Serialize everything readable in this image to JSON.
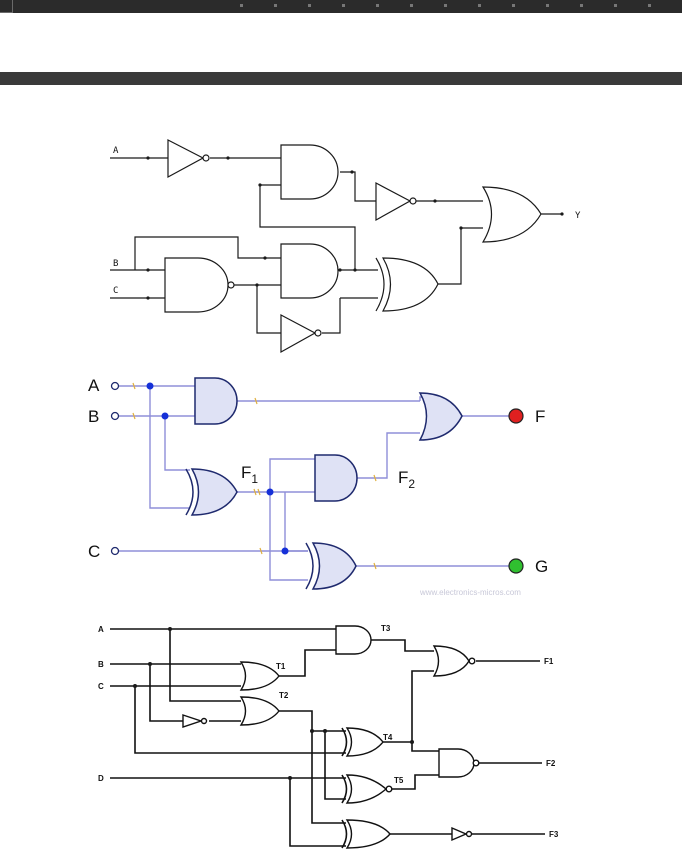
{
  "circuit1": {
    "inputs": [
      "A",
      "B",
      "C"
    ],
    "output": "Y"
  },
  "circuit2": {
    "inputs": [
      "A",
      "B",
      "C"
    ],
    "intermediate": [
      "F",
      "F"
    ],
    "intermediate_sub": [
      "1",
      "2"
    ],
    "outputs": [
      "F",
      "G"
    ],
    "output_colors": [
      "#e02020",
      "#30c030"
    ],
    "watermark": "www.electronics-micros.com"
  },
  "circuit3": {
    "inputs": [
      "A",
      "B",
      "C",
      "D"
    ],
    "terms": [
      "T1",
      "T2",
      "T3",
      "T4",
      "T5"
    ],
    "outputs": [
      "F1",
      "F2",
      "F3"
    ]
  }
}
